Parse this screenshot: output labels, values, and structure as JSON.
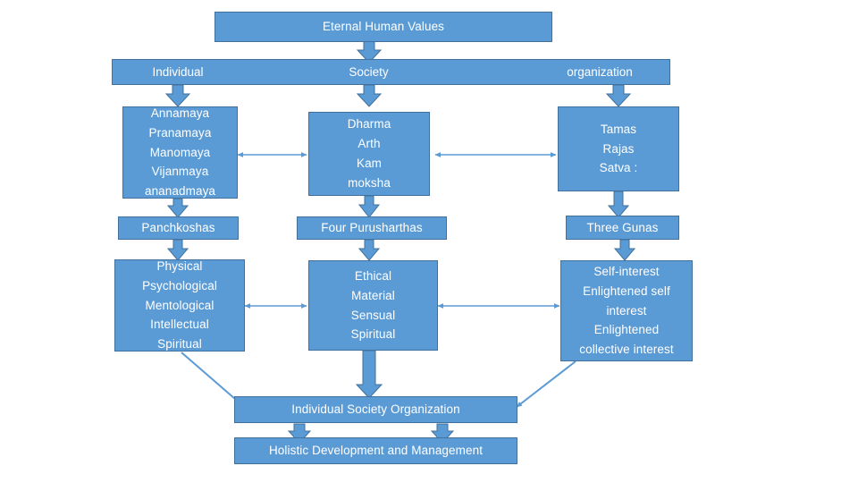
{
  "diagram": {
    "title": "Eternal Human Values",
    "nodes": {
      "root": "Eternal Human Values",
      "band": {
        "individual": "Individual",
        "society": "Society",
        "organization": "organization"
      },
      "layer1": {
        "left": "Annamaya\nPranamaya\nManomaya\nVijanmaya\nananadmaya",
        "middle": "Dharma\nArth\nKam\nmoksha",
        "right": "Tamas\nRajas\nSatva :"
      },
      "layer2": {
        "left": "Panchkoshas",
        "middle": "Four Purusharthas",
        "right": "Three Gunas"
      },
      "layer3": {
        "left": "Physical\nPsychological\nMentological\nIntellectual\nSpiritual",
        "middle": "Ethical\nMaterial\nSensual\nSpiritual",
        "right": "Self-interest\nEnlightened self\ninterest\nEnlightened\ncollective interest"
      },
      "synthesis": "Individual Society Organization",
      "outcome": "Holistic Development and Management"
    },
    "colors": {
      "fill": "#5B9BD5",
      "stroke": "#41719C",
      "text": "#FFFFFF",
      "connector": "#5B9BD5",
      "connector_stroke": "#41719C",
      "background": "#FFFFFF"
    }
  }
}
